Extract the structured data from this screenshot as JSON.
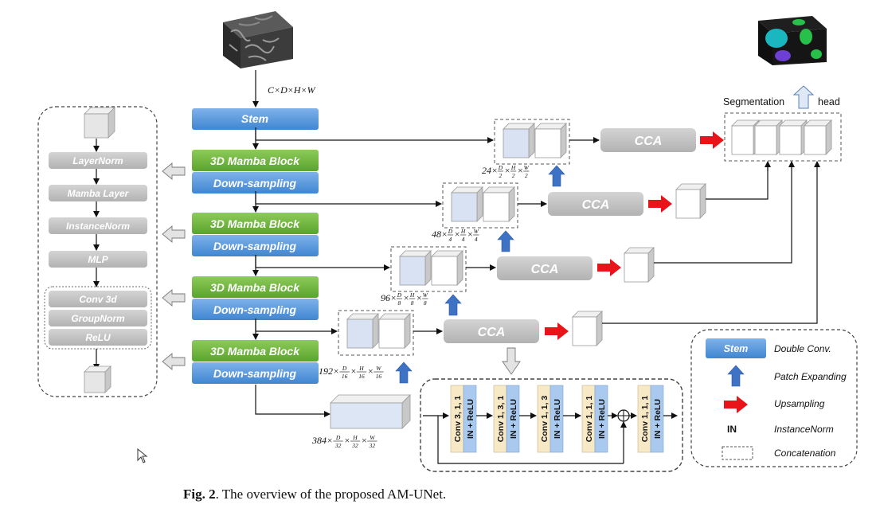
{
  "input_dims": "C×D×H×W",
  "encoder": {
    "stem_label": "Stem",
    "block_label": "3D Mamba Block",
    "down_label": "Down-sampling"
  },
  "mamba_detail": {
    "layers": [
      "LayerNorm",
      "Mamba Layer",
      "InstanceNorm",
      "MLP"
    ],
    "conv_group": [
      "Conv 3d",
      "GroupNorm",
      "ReLU"
    ]
  },
  "cca_label": "CCA",
  "dims": [
    {
      "prefix": "24×",
      "d": [
        "D",
        "2"
      ],
      "h": [
        "H",
        "2"
      ],
      "w": [
        "W",
        "2"
      ]
    },
    {
      "prefix": "48×",
      "d": [
        "D",
        "4"
      ],
      "h": [
        "H",
        "4"
      ],
      "w": [
        "W",
        "4"
      ]
    },
    {
      "prefix": "96×",
      "d": [
        "D",
        "8"
      ],
      "h": [
        "H",
        "8"
      ],
      "w": [
        "W",
        "8"
      ]
    },
    {
      "prefix": "192×",
      "d": [
        "D",
        "16"
      ],
      "h": [
        "H",
        "16"
      ],
      "w": [
        "W",
        "16"
      ]
    },
    {
      "prefix": "384×",
      "d": [
        "D",
        "32"
      ],
      "h": [
        "H",
        "32"
      ],
      "w": [
        "W",
        "32"
      ]
    }
  ],
  "seg_head": {
    "left": "Segmentation",
    "right": "head"
  },
  "cca_detail": {
    "convs": [
      "Conv 3, 1, 1",
      "Conv 1, 3, 1",
      "Conv 1, 1, 3",
      "Conv 1, 1, 1",
      "Conv 1, 1, 1"
    ],
    "norm_label": "IN + ReLU"
  },
  "legend": {
    "stem": "Stem",
    "items": [
      "Double Conv.",
      "Patch Expanding",
      "Upsampling",
      "InstanceNorm",
      "Concatenation"
    ],
    "in_label": "IN"
  },
  "caption": {
    "prefix": "Fig. 2",
    "text": ". The overview of the proposed AM-UNet."
  },
  "colors": {
    "blue": "#4a8fd6",
    "green": "#6cb43c",
    "gray": "#bdbdbd",
    "red": "#e8141a",
    "arrowBlue": "#3e72c4",
    "cube": "#dde6f3",
    "convBeige": "#f7e8c6",
    "convBlue": "#a9c9ee"
  }
}
